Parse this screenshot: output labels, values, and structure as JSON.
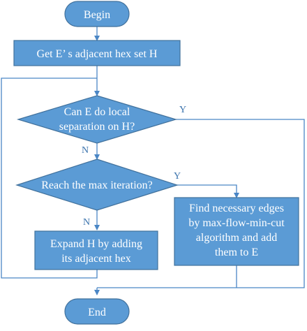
{
  "nodes": {
    "begin": {
      "label": "Begin"
    },
    "get_hex_set": {
      "label": "Get E’ s adjacent hex set H"
    },
    "local_sep": {
      "lines": [
        "Can E do local",
        "separation on H?"
      ]
    },
    "max_iter": {
      "label": "Reach the max iteration?"
    },
    "find_edges": {
      "lines": [
        "Find necessary edges",
        "by max-flow-min-cut",
        "algorithm and add",
        "them to E"
      ]
    },
    "expand_h": {
      "lines": [
        "Expand H by adding",
        "its adjacent hex"
      ]
    },
    "end": {
      "label": "End"
    }
  },
  "edges": {
    "local_sep_yes": "Y",
    "local_sep_no": "N",
    "max_iter_yes": "Y",
    "max_iter_no": "N"
  },
  "colors": {
    "fill": "#5b9bd5",
    "stroke": "#41719c",
    "line": "#4a86c5",
    "text": "#ffffff"
  }
}
